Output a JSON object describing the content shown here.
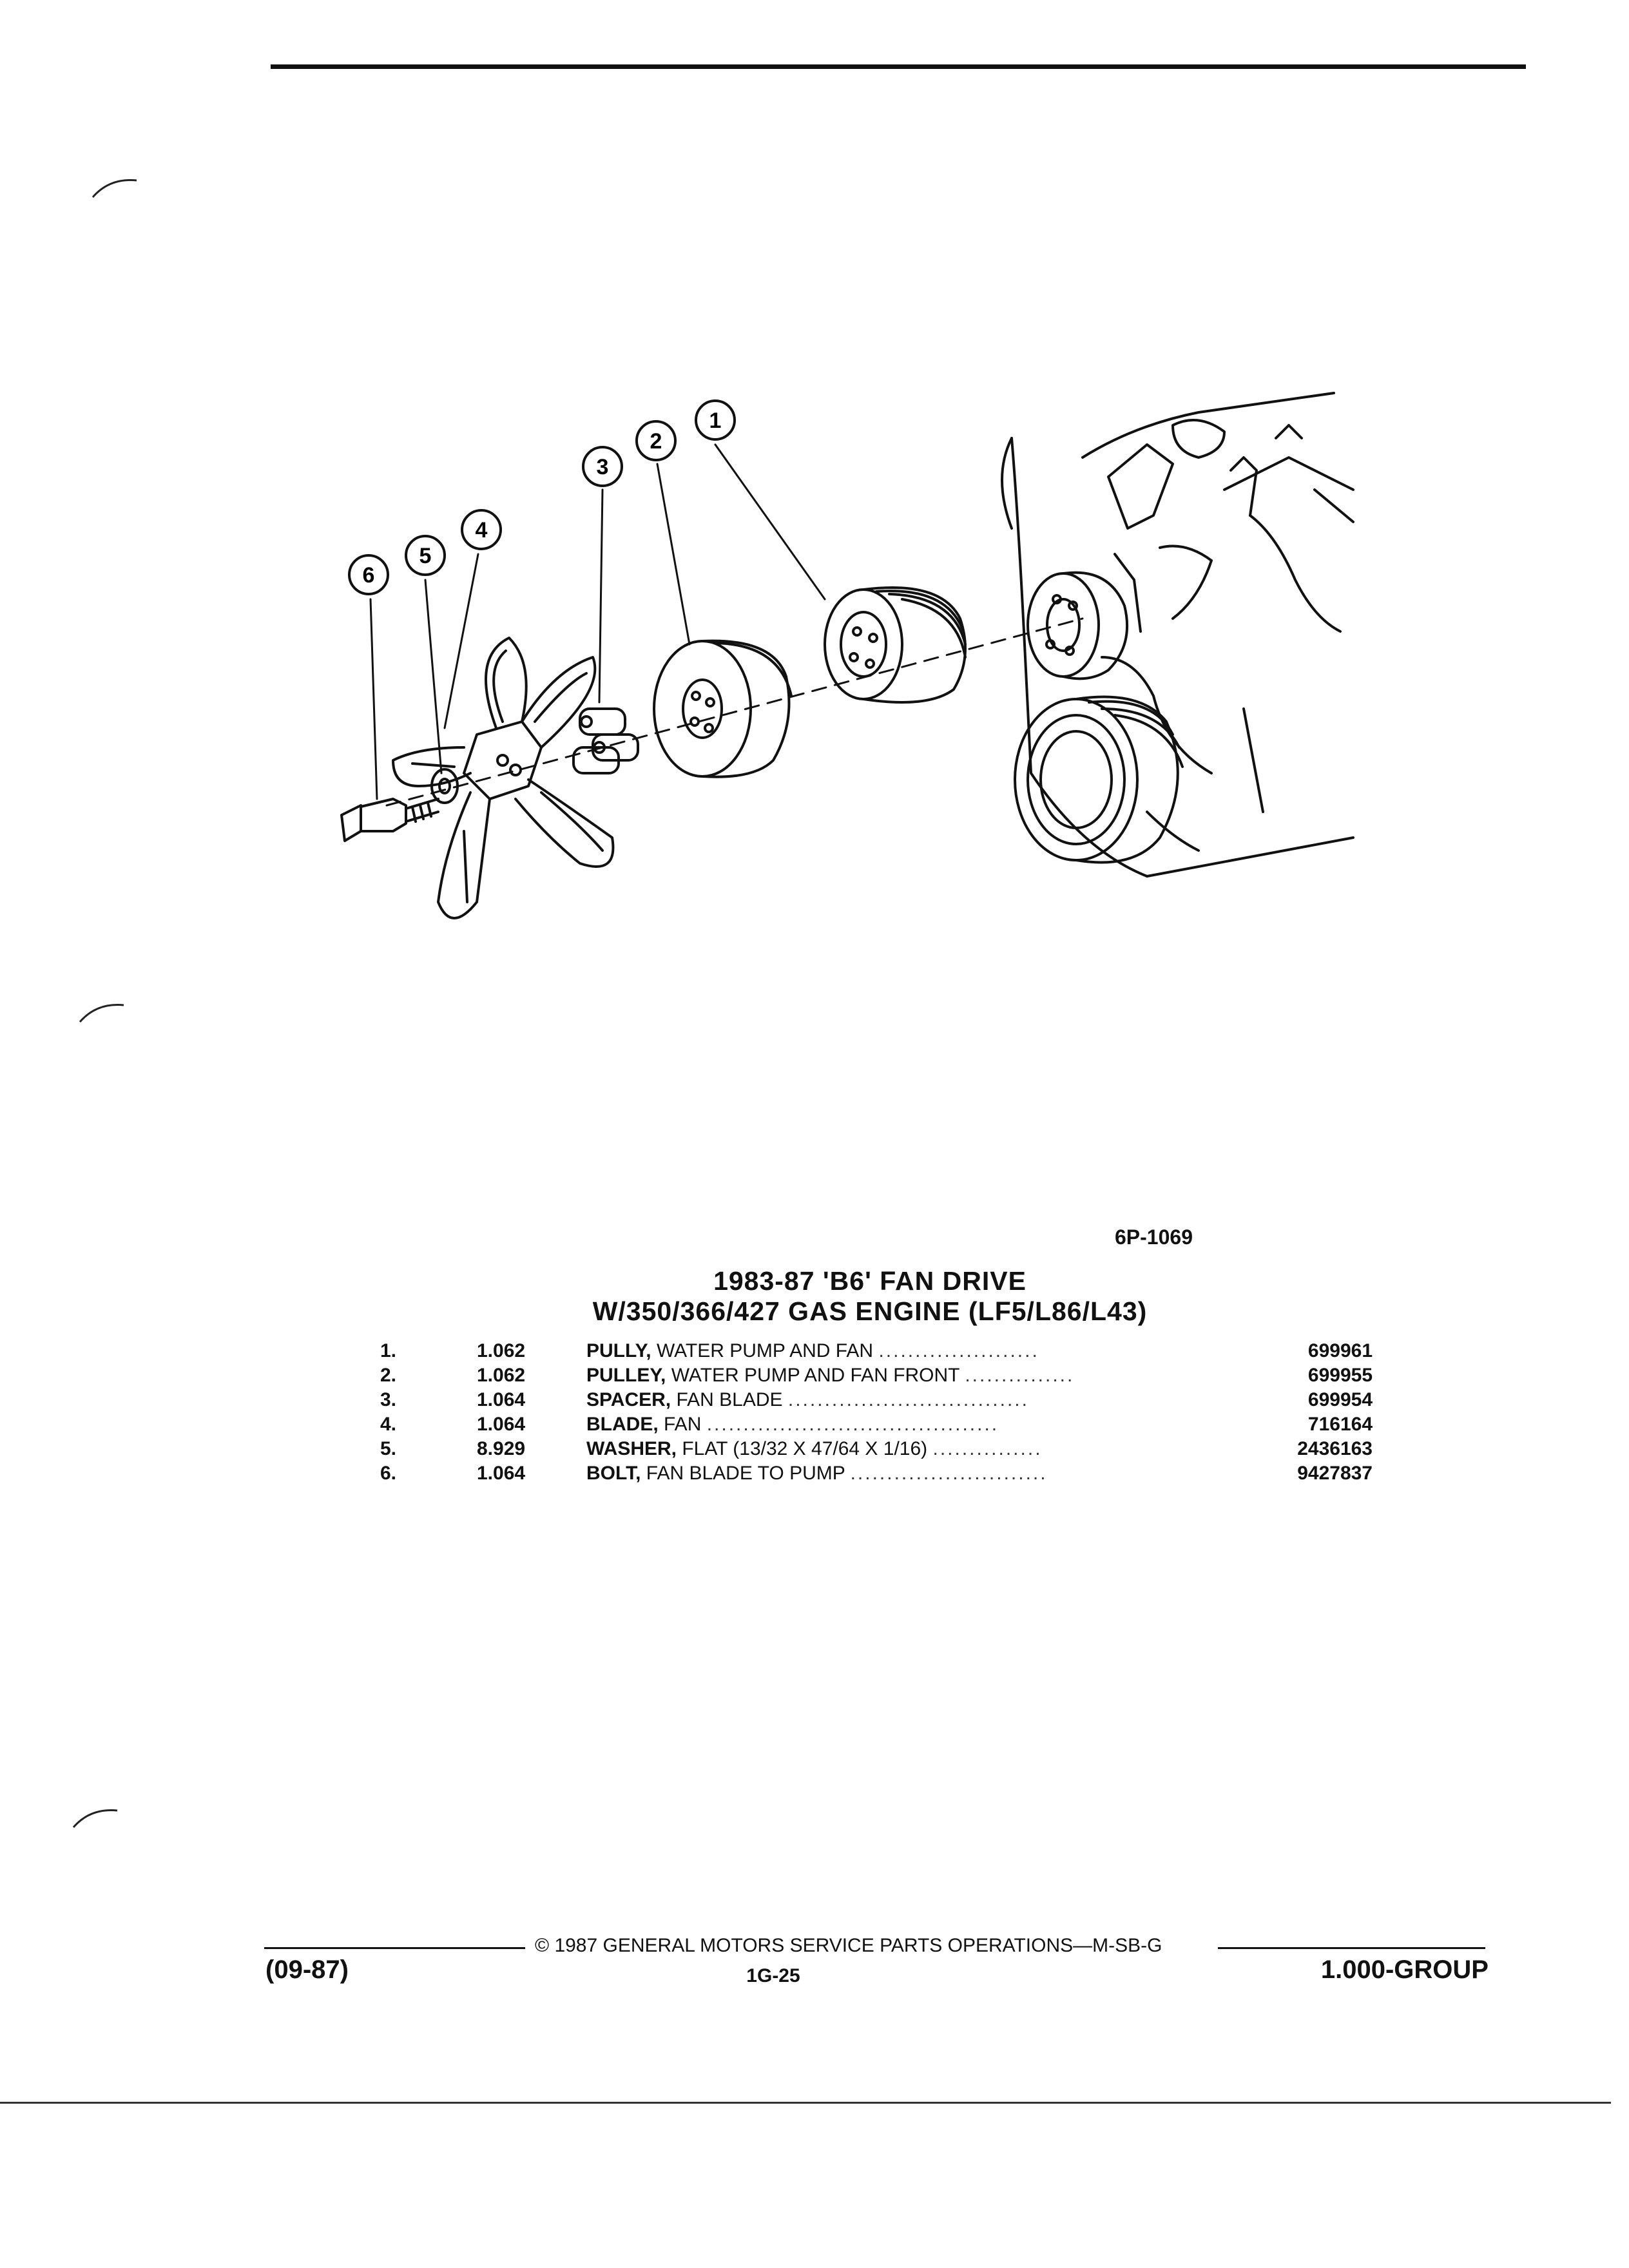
{
  "figure": {
    "code": "6P-1069",
    "callouts": [
      "1",
      "2",
      "3",
      "4",
      "5",
      "6"
    ]
  },
  "title": {
    "line1": "1983-87 'B6' FAN DRIVE",
    "line2": "W/350/366/427 GAS ENGINE (LF5/L86/L43)"
  },
  "parts": [
    {
      "no": "1.",
      "group": "1.062",
      "name": "PULLY,",
      "desc": "WATER PUMP AND FAN",
      "part": "699961"
    },
    {
      "no": "2.",
      "group": "1.062",
      "name": "PULLEY,",
      "desc": "WATER PUMP AND FAN FRONT",
      "part": "699955"
    },
    {
      "no": "3.",
      "group": "1.064",
      "name": "SPACER,",
      "desc": "FAN BLADE",
      "part": "699954"
    },
    {
      "no": "4.",
      "group": "1.064",
      "name": "BLADE,",
      "desc": "FAN",
      "part": "716164"
    },
    {
      "no": "5.",
      "group": "8.929",
      "name": "WASHER,",
      "desc": "FLAT (13/32 X 47/64 X 1/16)",
      "part": "2436163"
    },
    {
      "no": "6.",
      "group": "1.064",
      "name": "BOLT,",
      "desc": "FAN BLADE TO PUMP",
      "part": "9427837"
    }
  ],
  "footer": {
    "copyright": "© 1987 GENERAL MOTORS SERVICE PARTS OPERATIONS—M-SB-G",
    "page": "1G-25",
    "date": "(09-87)",
    "group": "1.000-GROUP"
  }
}
